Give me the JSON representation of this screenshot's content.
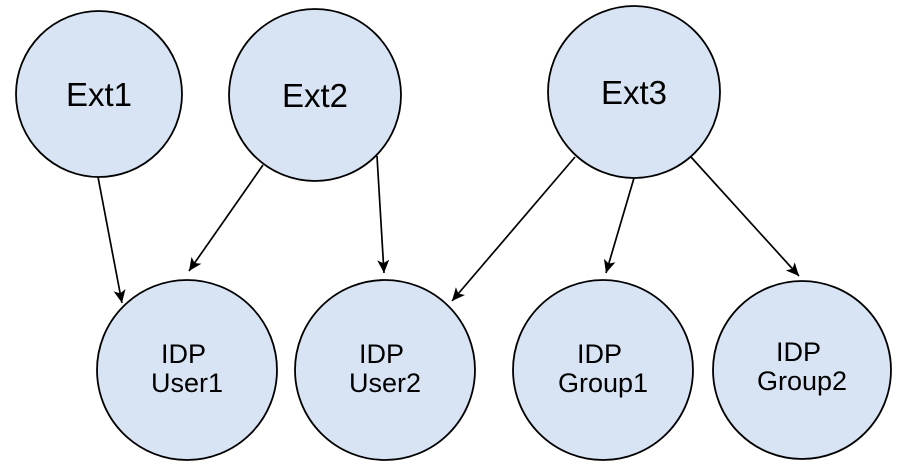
{
  "diagram": {
    "type": "graph",
    "background_color": "#ffffff",
    "node_fill_color": "#d8e4f4",
    "node_stroke_color": "#000000",
    "text_color": "#000000",
    "nodes": {
      "ext1": {
        "label": "Ext1"
      },
      "ext2": {
        "label": "Ext2"
      },
      "ext3": {
        "label": "Ext3"
      },
      "user1": {
        "line1": "IDP",
        "line2": "User1"
      },
      "user2": {
        "line1": "IDP",
        "line2": "User2"
      },
      "group1": {
        "line1": "IDP",
        "line2": "Group1"
      },
      "group2": {
        "line1": "IDP",
        "line2": "Group2"
      }
    },
    "edges": [
      {
        "from": "Ext1",
        "to": "IDP User1"
      },
      {
        "from": "Ext2",
        "to": "IDP User1"
      },
      {
        "from": "Ext2",
        "to": "IDP User2"
      },
      {
        "from": "Ext3",
        "to": "IDP User2"
      },
      {
        "from": "Ext3",
        "to": "IDP Group1"
      },
      {
        "from": "Ext3",
        "to": "IDP Group2"
      }
    ]
  }
}
